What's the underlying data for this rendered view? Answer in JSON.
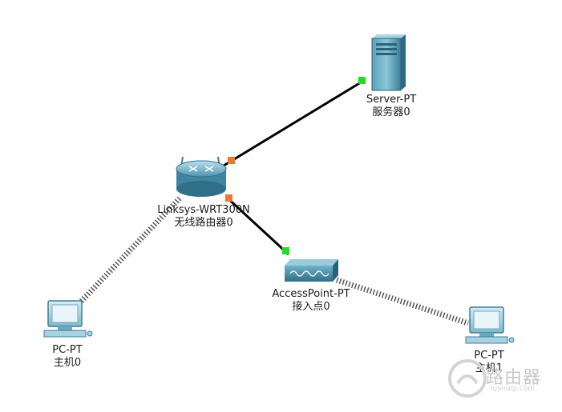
{
  "devices": {
    "server": {
      "type": "Server-PT",
      "name": "服务器0"
    },
    "router": {
      "type": "Linksys-WRT300N",
      "name": "无线路由器0"
    },
    "ap": {
      "type": "AccessPoint-PT",
      "name": "接入点0"
    },
    "pc0": {
      "type": "PC-PT",
      "name": "主机0"
    },
    "pc1": {
      "type": "PC-PT",
      "name": "主机1"
    }
  },
  "links": [
    {
      "from": "router",
      "to": "server",
      "kind": "wired"
    },
    {
      "from": "router",
      "to": "ap",
      "kind": "wired"
    },
    {
      "from": "router",
      "to": "pc0",
      "kind": "wireless"
    },
    {
      "from": "ap",
      "to": "pc1",
      "kind": "wireless"
    }
  ],
  "colors": {
    "link_up": "#22dd22",
    "link_pending": "#ee7733",
    "wire": "#000000"
  },
  "watermark": {
    "text": "路由器",
    "url": "luyouqi.com"
  }
}
